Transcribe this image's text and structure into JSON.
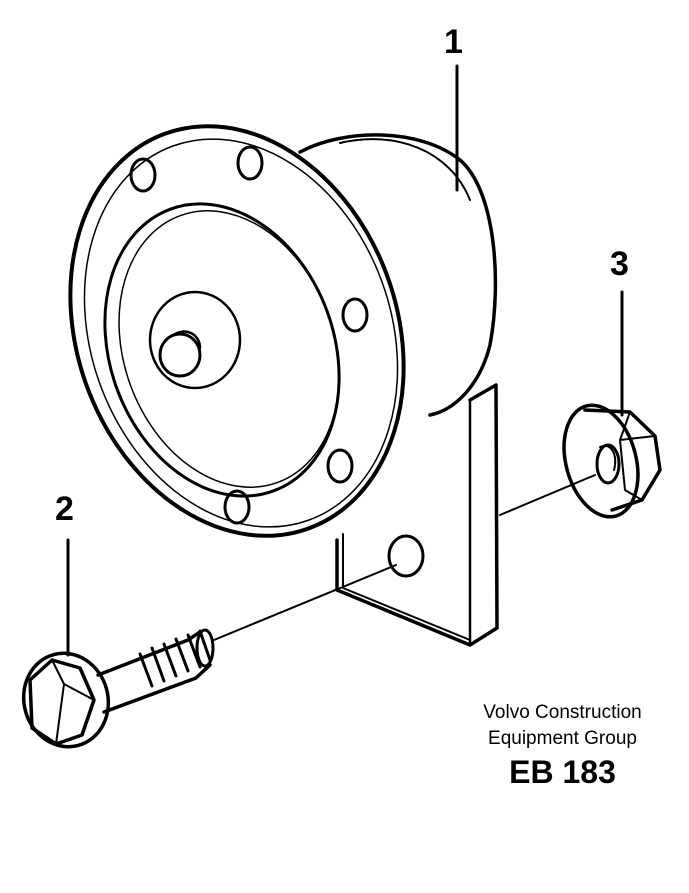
{
  "callouts": {
    "part_1": "1",
    "part_2": "2",
    "part_3": "3"
  },
  "caption": {
    "company_line_1": "Volvo Construction",
    "company_line_2": "Equipment Group",
    "figure_code": "EB 183"
  },
  "colors": {
    "line": "#000000",
    "background": "#ffffff"
  }
}
